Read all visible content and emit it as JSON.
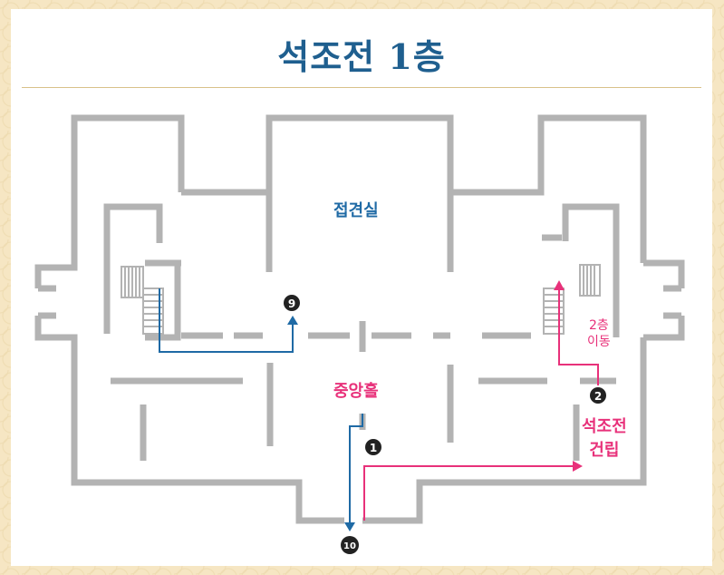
{
  "title": "석조전 1층",
  "rooms": {
    "reception": "접견실",
    "central_hall": "중앙홀"
  },
  "route_labels": {
    "to_second_floor": [
      "2층",
      "이동"
    ],
    "building_info": [
      "석조전",
      "건립"
    ]
  },
  "markers": [
    "1",
    "2",
    "9",
    "10"
  ],
  "colors": {
    "accent_blue": "#1f6aa5",
    "accent_pink": "#e8317a",
    "wall": "#b3b3b3",
    "title": "#1f5f8f",
    "marker": "#222222"
  }
}
